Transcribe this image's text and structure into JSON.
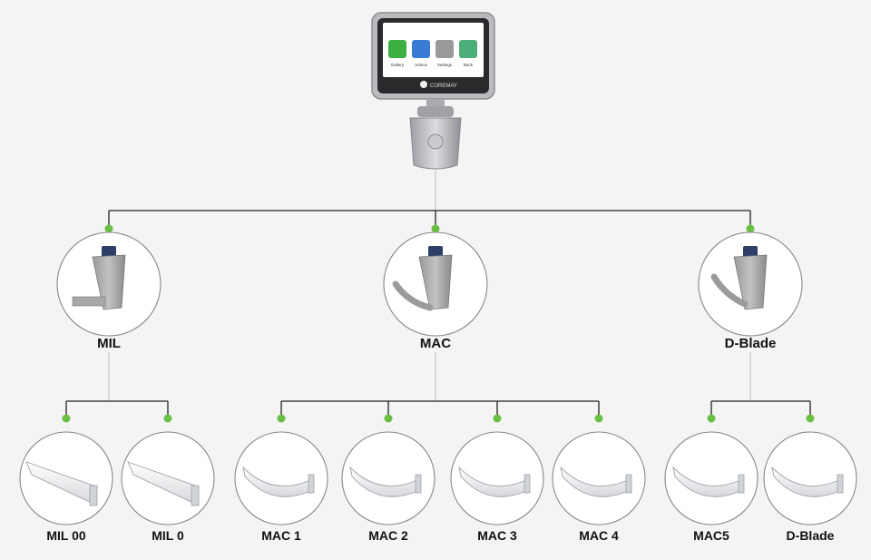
{
  "device": {
    "screen_tiles": [
      {
        "label": "Gallery",
        "color": "#3cb043"
      },
      {
        "label": "Videos",
        "color": "#3a7bd5"
      },
      {
        "label": "Settings",
        "color": "#9a9a9a"
      },
      {
        "label": "Back",
        "color": "#4caf79"
      }
    ],
    "brand": "COREMAY"
  },
  "categories": [
    {
      "label": "MIL",
      "blades": [
        "MIL 00",
        "MIL 0"
      ]
    },
    {
      "label": "MAC",
      "blades": [
        "MAC 1",
        "MAC 2",
        "MAC 3",
        "MAC 4"
      ]
    },
    {
      "label": "D-Blade",
      "blades": [
        "MAC5",
        "D-Blade"
      ]
    }
  ],
  "colors": {
    "node_dot": "#6cbf45",
    "line": "#222222",
    "circle_border": "#888888"
  }
}
